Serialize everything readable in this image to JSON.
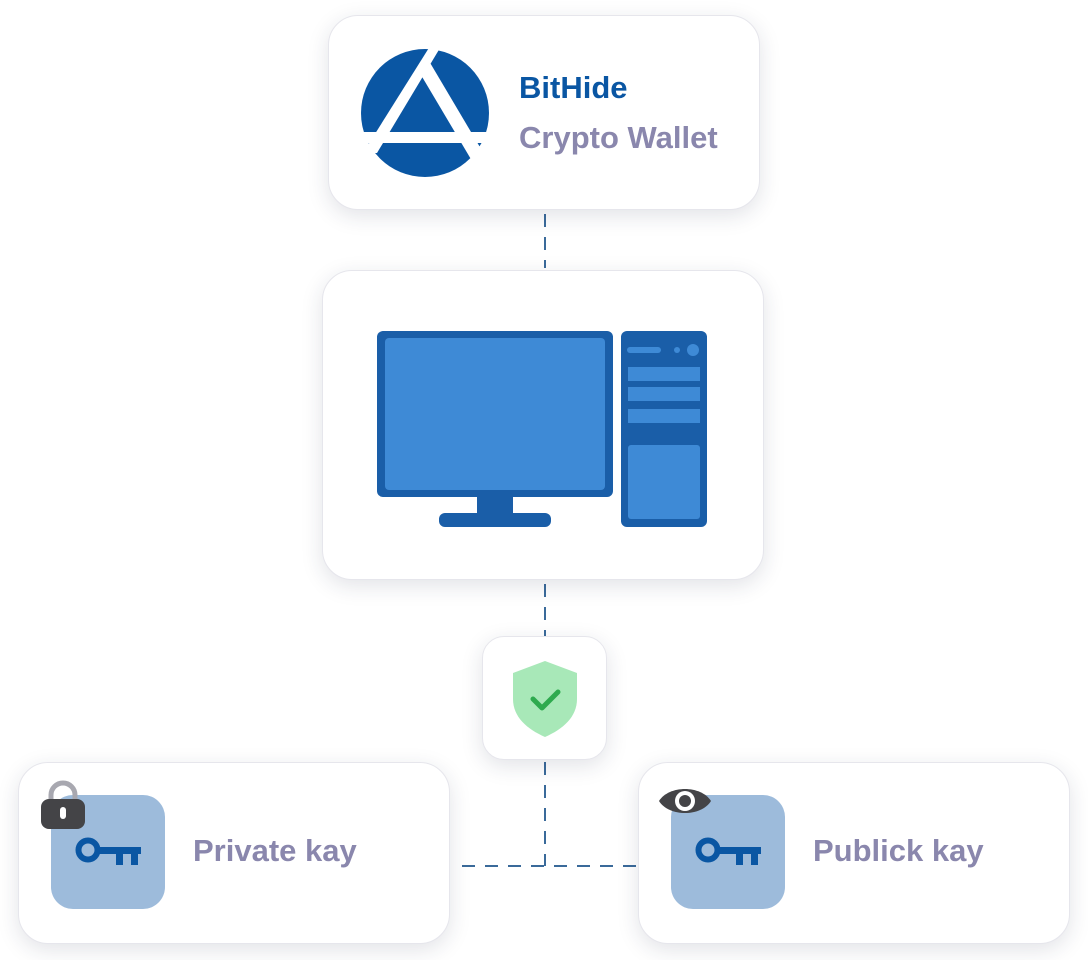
{
  "wallet": {
    "name": "BitHide",
    "subtitle": "Crypto Wallet",
    "logo_icon": "bithide-logo-icon"
  },
  "computer": {
    "icon": "desktop-computer-icon"
  },
  "security": {
    "icon": "shield-check-icon"
  },
  "private_key": {
    "label": "Private kay",
    "icon": "key-icon",
    "badge_icon": "lock-icon"
  },
  "public_key": {
    "label": "Publick kay",
    "icon": "key-icon",
    "badge_icon": "eye-icon"
  },
  "colors": {
    "brand_blue": "#0a56a3",
    "muted_text": "#8a87ad",
    "monitor_fill": "#3e8ad6",
    "monitor_frame": "#1a5ea8",
    "key_tile": "#9dbbdb",
    "shield_green": "#a8e8b8",
    "check_green": "#2eaa4e",
    "connector": "#3a6a9a"
  }
}
